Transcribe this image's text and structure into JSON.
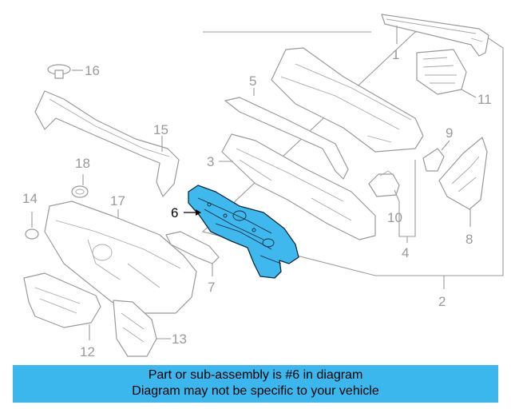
{
  "callouts": {
    "c1": "1",
    "c2": "2",
    "c3": "3",
    "c4": "4",
    "c5": "5",
    "c6": "6",
    "c7": "7",
    "c8": "8",
    "c9": "9",
    "c10": "10",
    "c11": "11",
    "c12": "12",
    "c13": "13",
    "c14": "14",
    "c15": "15",
    "c16": "16",
    "c17": "17",
    "c18": "18"
  },
  "highlight_color": "#3cb7ee",
  "banner": {
    "line1": "Part or sub-assembly is #6 in diagram",
    "line2": "Diagram may not be specific to your vehicle"
  }
}
